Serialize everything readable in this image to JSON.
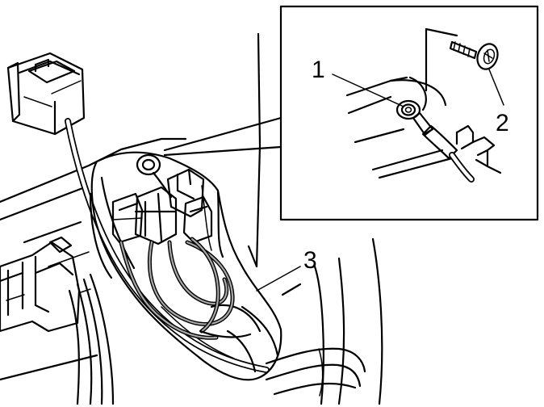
{
  "callouts": {
    "one": "1",
    "two": "2",
    "three": "3"
  },
  "colors": {
    "line": "#000000",
    "background": "#ffffff",
    "highlight": "#a8a8a8"
  }
}
